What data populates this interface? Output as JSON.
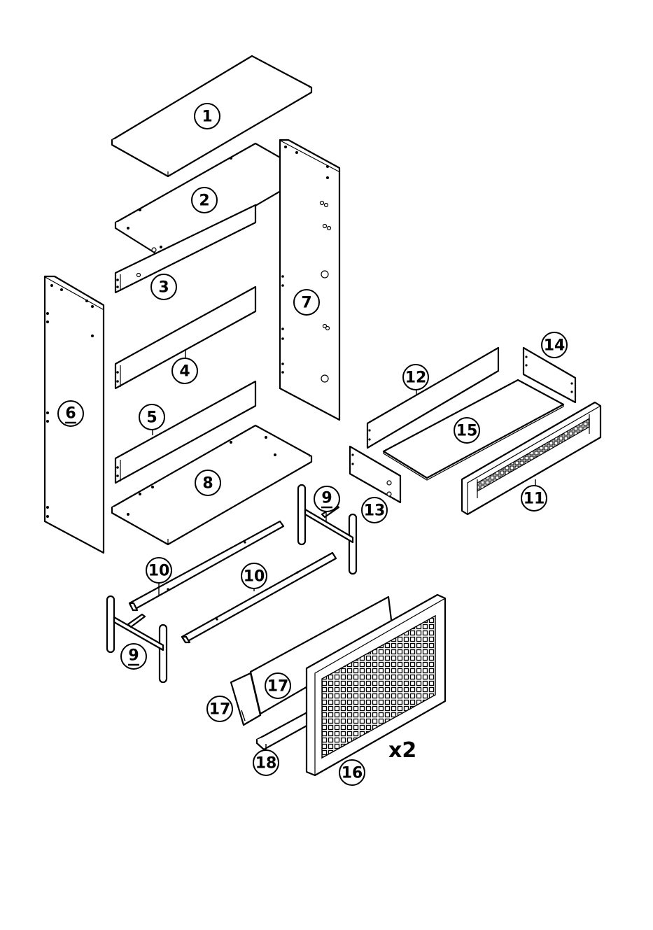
{
  "diagram": {
    "parts": [
      {
        "id": "p1",
        "label": "1",
        "underlined": false
      },
      {
        "id": "p2",
        "label": "2",
        "underlined": false
      },
      {
        "id": "p3",
        "label": "3",
        "underlined": false
      },
      {
        "id": "p4",
        "label": "4",
        "underlined": false
      },
      {
        "id": "p5",
        "label": "5",
        "underlined": false
      },
      {
        "id": "p6",
        "label": "6",
        "underlined": true
      },
      {
        "id": "p7",
        "label": "7",
        "underlined": false
      },
      {
        "id": "p8",
        "label": "8",
        "underlined": false
      },
      {
        "id": "p9a",
        "label": "9",
        "underlined": true
      },
      {
        "id": "p9b",
        "label": "9",
        "underlined": true
      },
      {
        "id": "p10a",
        "label": "10",
        "underlined": false
      },
      {
        "id": "p10b",
        "label": "10",
        "underlined": false
      },
      {
        "id": "p11",
        "label": "11",
        "underlined": false
      },
      {
        "id": "p12",
        "label": "12",
        "underlined": false
      },
      {
        "id": "p13",
        "label": "13",
        "underlined": false
      },
      {
        "id": "p14",
        "label": "14",
        "underlined": false
      },
      {
        "id": "p15",
        "label": "15",
        "underlined": false
      },
      {
        "id": "p16",
        "label": "16",
        "underlined": false
      },
      {
        "id": "p17a",
        "label": "17",
        "underlined": false
      },
      {
        "id": "p17b",
        "label": "17",
        "underlined": false
      },
      {
        "id": "p18",
        "label": "18",
        "underlined": false
      }
    ],
    "multiplier": "x2"
  }
}
